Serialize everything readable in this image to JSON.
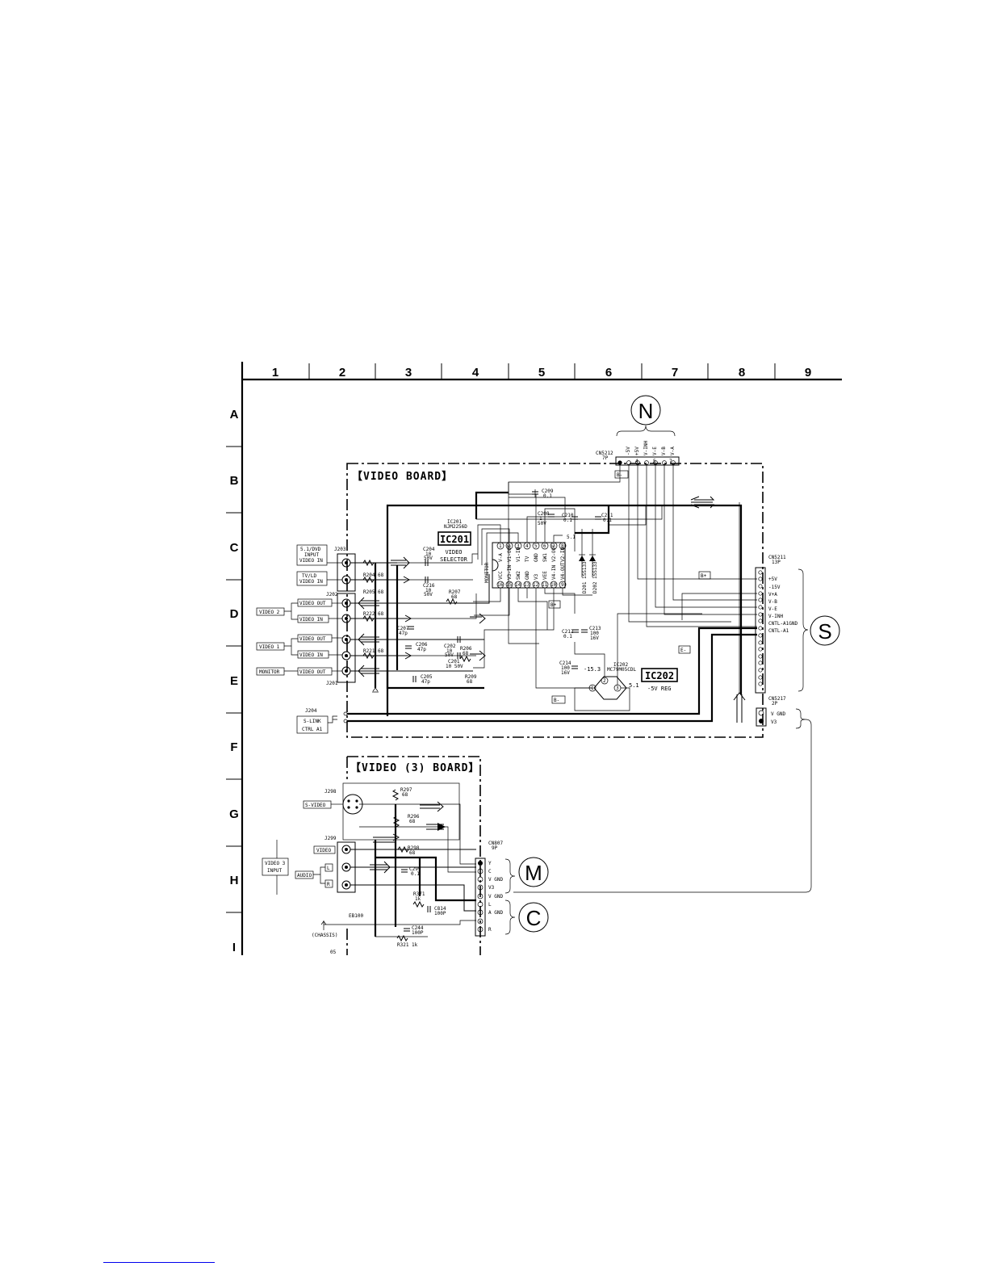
{
  "grid": {
    "columns": [
      "1",
      "2",
      "3",
      "4",
      "5",
      "6",
      "7",
      "8",
      "9"
    ],
    "rows": [
      "A",
      "B",
      "C",
      "D",
      "E",
      "F",
      "G",
      "H",
      "I"
    ]
  },
  "boards": {
    "video_board": "【VIDEO BOARD】",
    "video3_board": "【VIDEO (3) BOARD】"
  },
  "connector_markers": {
    "n": "N",
    "s": "S",
    "m": "M",
    "c": "C"
  },
  "ic201": {
    "ref": "IC201",
    "small_ref": "IC201",
    "part": "NJM2256D",
    "function_line1": "VIDEO",
    "function_line2": "SELECTOR",
    "top_pins": [
      "1",
      "2",
      "3",
      "4",
      "5",
      "6",
      "7",
      "8"
    ],
    "bottom_pins": [
      "16",
      "15",
      "14",
      "13",
      "12",
      "11",
      "10",
      "9"
    ]
  },
  "ic202": {
    "ref": "IC202",
    "small_ref": "IC202",
    "part": "MC79M05CDL",
    "function": "-5V REG",
    "pins": [
      "1",
      "2",
      "3"
    ]
  },
  "cn212": {
    "ref": "CN5212",
    "pins_label": "7P",
    "pins": [
      "1",
      "2",
      "3",
      "4",
      "5",
      "6",
      "7"
    ],
    "signals": [
      "-5V",
      "+5V",
      "V-INH",
      "V-E",
      "V-B",
      "V-A"
    ]
  },
  "cn211": {
    "ref": "CN5211",
    "pins_label": "13P",
    "signals": [
      "+5V",
      "-15V",
      "V+A",
      "V-B",
      "V-E",
      "V-INH",
      "CNTL-A1GND",
      "CNTL-A1"
    ]
  },
  "cn217": {
    "ref": "CN5217",
    "pins_label": "2P",
    "signals": [
      "V GND",
      "V3"
    ]
  },
  "cn807": {
    "ref": "CN807",
    "pins_label": "9P",
    "signals": [
      "Y",
      "C",
      "V GND",
      "V3",
      "V GND",
      "L",
      "A GND",
      "R"
    ]
  },
  "jacks": {
    "j203": "J203",
    "j202": "J202",
    "j201": "J201",
    "j204": "J204",
    "j298": "J298",
    "j299": "J299"
  },
  "input_labels": {
    "dvd": [
      "5.1/DVD",
      "INPUT",
      "VIDEO IN"
    ],
    "tvld": [
      "TV/LD",
      "VIDEO IN"
    ],
    "video2": "VIDEO 2",
    "video1": "VIDEO 1",
    "monitor": "MONITOR",
    "video_out": "VIDEO OUT",
    "video_in": "VIDEO IN",
    "slink": [
      "S-LINK",
      "CTRL A1"
    ],
    "s_video": "S-VIDEO",
    "video3_input": [
      "VIDEO 3",
      "INPUT"
    ],
    "video": "VIDEO",
    "audio": "AUDIO",
    "l": "L",
    "r": "R",
    "chassis": "(CHASSIS)"
  },
  "components": {
    "r204": "R204 68",
    "r205": "R205 68",
    "r222": "R222 68",
    "r221": "R221 68",
    "r207": [
      "R207",
      "68"
    ],
    "r206": [
      "R206",
      "68"
    ],
    "r209": [
      "R209",
      "68"
    ],
    "r297": [
      "R297",
      "68"
    ],
    "r296": [
      "R296",
      "68"
    ],
    "r298": [
      "R298",
      "68"
    ],
    "r371": [
      "R371",
      "1k"
    ],
    "r321": "R321 1k",
    "c204": [
      "C204",
      "10",
      "50V"
    ],
    "c216": [
      "C216",
      "10",
      "50V"
    ],
    "c207": [
      "C207",
      "47p"
    ],
    "c202": [
      "C202",
      "10",
      "50V"
    ],
    "c206": [
      "C206",
      "47p"
    ],
    "c201": [
      "C201",
      "10 50V"
    ],
    "c205": [
      "C205",
      "47p"
    ],
    "c209": [
      "C209",
      "0.1"
    ],
    "c208": [
      "C208",
      "1",
      "50V"
    ],
    "c210": [
      "C210",
      "0.1"
    ],
    "c211": [
      "C211",
      "0.1"
    ],
    "c212": [
      "C212",
      "0.1"
    ],
    "c213": [
      "C213",
      "100",
      "16V"
    ],
    "c214": [
      "C214",
      "100",
      "16V"
    ],
    "c299": [
      "C299",
      "0.1"
    ],
    "c814": [
      "C814",
      "100P"
    ],
    "c244": [
      "C244",
      "100P"
    ],
    "d201": [
      "D201",
      "1SS133"
    ],
    "d202": [
      "D202",
      "1SS133"
    ],
    "eb100": "EB100",
    "p05": "05"
  },
  "voltages": {
    "v51": "5.1",
    "vm153": "-15.3",
    "v51b": "5.1"
  },
  "supply_tags": {
    "bminus": "B-",
    "bplus": "B+",
    "eminus": "E-"
  },
  "ic_pin_names": {
    "top": [
      "V-A",
      "V1-OUT",
      "V1-IN",
      "TV",
      "GND",
      "SW1",
      "V2-OUT",
      "V2-IN"
    ],
    "bottom": [
      "VCC",
      "V3-IN",
      "SW2",
      "GND",
      "V3",
      "VEE",
      "V4-IN",
      "V4-OUT"
    ],
    "monitor": "MONITOR"
  }
}
